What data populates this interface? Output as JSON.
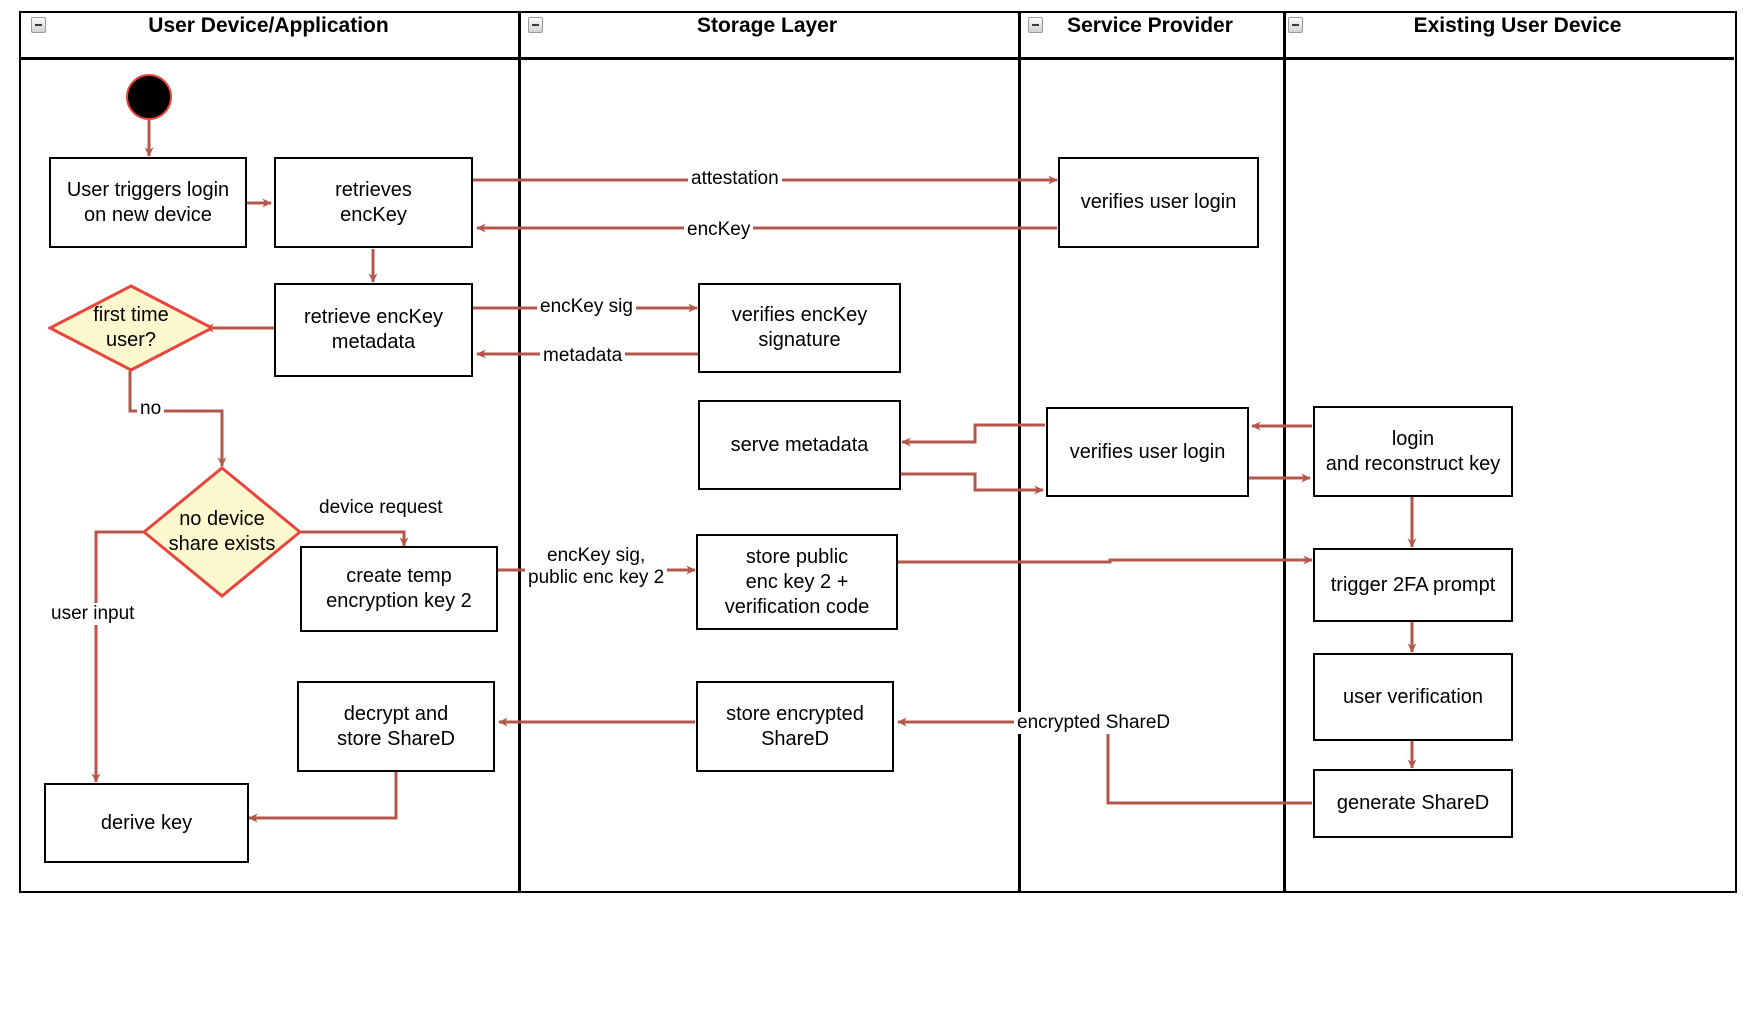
{
  "diagram": {
    "type": "uml-activity-swimlane",
    "title": "",
    "colors": {
      "edge": "#b5564a",
      "node_border": "#000000",
      "decision_fill": "#fdf8cd",
      "decision_stroke": "#e8453c",
      "start_fill": "#000000",
      "start_stroke": "#e8453c",
      "lane_border": "#000000",
      "background": "#ffffff"
    }
  },
  "lanes": [
    {
      "id": "user-device",
      "title": "User Device/Application",
      "collapse_icon": "minus-icon"
    },
    {
      "id": "storage-layer",
      "title": "Storage Layer",
      "collapse_icon": "minus-icon"
    },
    {
      "id": "service-provider",
      "title": "Service Provider",
      "collapse_icon": "minus-icon"
    },
    {
      "id": "existing-user-device",
      "title": "Existing User Device",
      "collapse_icon": "minus-icon"
    }
  ],
  "nodes": {
    "start": {
      "label": "",
      "lane": "user-device",
      "shape": "initial-node"
    },
    "user_triggers_login": {
      "label": "User triggers login\non new device",
      "lane": "user-device",
      "shape": "activity"
    },
    "retrieves_enckey": {
      "label": "retrieves\nencKey",
      "lane": "user-device",
      "shape": "activity"
    },
    "retrieve_enckey_metadata": {
      "label": "retrieve encKey\nmetadata",
      "lane": "user-device",
      "shape": "activity"
    },
    "first_time_user": {
      "label": "first time\nuser?",
      "lane": "user-device",
      "shape": "decision"
    },
    "no_device_share_exists": {
      "label": "no device\nshare exists",
      "lane": "user-device",
      "shape": "decision"
    },
    "create_temp_encryption_key_2": {
      "label": "create temp\nencryption key 2",
      "lane": "user-device",
      "shape": "activity"
    },
    "decrypt_and_store_shared": {
      "label": "decrypt and\nstore ShareD",
      "lane": "user-device",
      "shape": "activity"
    },
    "derive_key": {
      "label": "derive key",
      "lane": "user-device",
      "shape": "activity"
    },
    "verifies_enckey_signature": {
      "label": "verifies encKey\nsignature",
      "lane": "storage-layer",
      "shape": "activity"
    },
    "serve_metadata": {
      "label": "serve metadata",
      "lane": "storage-layer",
      "shape": "activity"
    },
    "store_public_enc_key_2": {
      "label": "store public\nenc key 2 +\nverification code",
      "lane": "storage-layer",
      "shape": "activity"
    },
    "store_encrypted_shared": {
      "label": "store encrypted\nShareD",
      "lane": "storage-layer",
      "shape": "activity"
    },
    "verifies_user_login_top": {
      "label": "verifies user login",
      "lane": "service-provider",
      "shape": "activity"
    },
    "verifies_user_login_mid": {
      "label": "verifies user login",
      "lane": "service-provider",
      "shape": "activity"
    },
    "login_and_reconstruct_key": {
      "label": "login\nand reconstruct key",
      "lane": "existing-user-device",
      "shape": "activity"
    },
    "trigger_2fa_prompt": {
      "label": "trigger 2FA prompt",
      "lane": "existing-user-device",
      "shape": "activity"
    },
    "user_verification": {
      "label": "user verification",
      "lane": "existing-user-device",
      "shape": "activity"
    },
    "generate_shared": {
      "label": "generate ShareD",
      "lane": "existing-user-device",
      "shape": "activity"
    }
  },
  "edge_labels": {
    "attestation": "attestation",
    "enckey": "encKey",
    "enckey_sig": "encKey sig",
    "metadata": "metadata",
    "no": "no",
    "device_request": "device request",
    "enckey_sig_public_enc_key_2": "encKey sig,\npublic enc key 2",
    "user_input": "user input",
    "encrypted_shared": "encrypted ShareD"
  },
  "edges": [
    {
      "from": "start",
      "to": "user_triggers_login",
      "label": ""
    },
    {
      "from": "user_triggers_login",
      "to": "retrieves_enckey",
      "label": ""
    },
    {
      "from": "retrieves_enckey",
      "to": "verifies_user_login_top",
      "label": "attestation"
    },
    {
      "from": "verifies_user_login_top",
      "to": "retrieves_enckey",
      "label": "encKey"
    },
    {
      "from": "retrieves_enckey",
      "to": "retrieve_enckey_metadata",
      "label": ""
    },
    {
      "from": "retrieve_enckey_metadata",
      "to": "first_time_user",
      "label": ""
    },
    {
      "from": "retrieve_enckey_metadata",
      "to": "verifies_enckey_signature",
      "label": "encKey sig"
    },
    {
      "from": "verifies_enckey_signature",
      "to": "retrieve_enckey_metadata",
      "label": "metadata"
    },
    {
      "from": "first_time_user",
      "to": "no_device_share_exists",
      "label": "no"
    },
    {
      "from": "no_device_share_exists",
      "to": "create_temp_encryption_key_2",
      "label": "device request"
    },
    {
      "from": "no_device_share_exists",
      "to": "derive_key",
      "label": "user input"
    },
    {
      "from": "create_temp_encryption_key_2",
      "to": "store_public_enc_key_2",
      "label": "encKey sig,\npublic enc key 2"
    },
    {
      "from": "login_and_reconstruct_key",
      "to": "verifies_user_login_mid",
      "label": ""
    },
    {
      "from": "verifies_user_login_mid",
      "to": "serve_metadata",
      "label": ""
    },
    {
      "from": "serve_metadata",
      "to": "verifies_user_login_mid",
      "label": ""
    },
    {
      "from": "verifies_user_login_mid",
      "to": "login_and_reconstruct_key",
      "label": ""
    },
    {
      "from": "login_and_reconstruct_key",
      "to": "trigger_2fa_prompt",
      "label": ""
    },
    {
      "from": "store_public_enc_key_2",
      "to": "trigger_2fa_prompt",
      "label": ""
    },
    {
      "from": "trigger_2fa_prompt",
      "to": "user_verification",
      "label": ""
    },
    {
      "from": "user_verification",
      "to": "generate_shared",
      "label": ""
    },
    {
      "from": "generate_shared",
      "to": "store_encrypted_shared",
      "label": "encrypted ShareD"
    },
    {
      "from": "store_encrypted_shared",
      "to": "decrypt_and_store_shared",
      "label": ""
    },
    {
      "from": "decrypt_and_store_shared",
      "to": "derive_key",
      "label": ""
    }
  ]
}
